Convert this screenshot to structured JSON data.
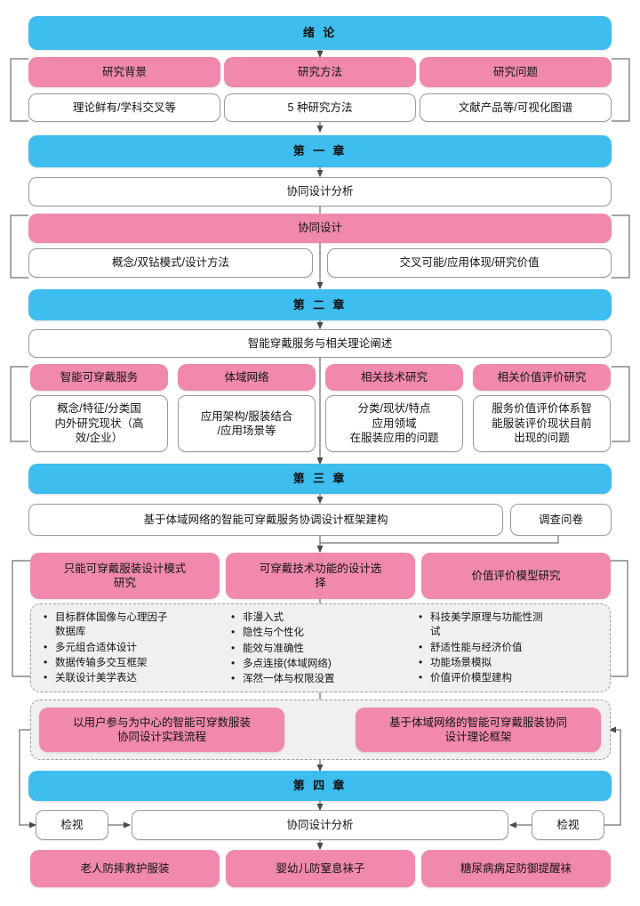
{
  "colors": {
    "chapter_blue": "#3ebdef",
    "accent_pink": "#f089ad",
    "plain_white": "#ffffff",
    "dashed_gray": "#9d9d9d",
    "panel_gray": "#f0f0f0",
    "line_gray": "#6f6f6f"
  },
  "intro": {
    "chapter_label": "绪        论",
    "pink_boxes": [
      {
        "label": "研究背景"
      },
      {
        "label": "研究方法"
      },
      {
        "label": "研究问题"
      }
    ],
    "detail_boxes": [
      {
        "label": "理论鲜有/学科交叉等"
      },
      {
        "label": "5 种研究方法"
      },
      {
        "label": "文献产品等/可视化图谱"
      }
    ]
  },
  "chapter1": {
    "chapter_label": "第    一    章",
    "topic": "协同设计分析",
    "pink_band": "协同设计",
    "detail_boxes": [
      {
        "label": "概念/双钻模式/设计方法"
      },
      {
        "label": "交叉可能/应用体现/研究价值"
      }
    ]
  },
  "chapter2": {
    "chapter_label": "第    二    章",
    "topic": "智能穿戴服务与相关理论阐述",
    "pink_boxes": [
      {
        "label": "智能可穿戴服务"
      },
      {
        "label": "体域网络"
      },
      {
        "label": "相关技术研究"
      },
      {
        "label": "相关价值评价研究"
      }
    ],
    "detail_boxes": [
      {
        "label": "概念/特征/分类国\n内外研究现状（高\n效/企业）"
      },
      {
        "label": "应用架构/服装结合\n/应用场景等"
      },
      {
        "label": "分类/现状/特点\n应用领域\n在服装应用的问题"
      },
      {
        "label": "服务价值评价体系智\n能服装评价现状目前\n出现的问题"
      }
    ]
  },
  "chapter3": {
    "chapter_label": "第    三    章",
    "topic": "基于体域网络的智能可穿戴服务协调设计框架建构",
    "side_box": "调查问卷",
    "pink_boxes": [
      {
        "label": "只能可穿戴服装设计模式\n研究"
      },
      {
        "label": "可穿戴技术功能的设计选\n择"
      },
      {
        "label": "价值评价模型研究"
      }
    ],
    "bullet_columns": [
      {
        "items": [
          "目标群体国像与心理因子\n数据库",
          "多元组合适体设计",
          "数据传输多交互框架",
          "关联设计美学表达"
        ]
      },
      {
        "items": [
          "非漫入式",
          "隐性与个性化",
          "能效与准确性",
          "多点连接(体域网络)",
          "浑然一体与权限没置"
        ]
      },
      {
        "items": [
          "科技美学原理与功能性测\n试",
          "舒适性能与经济价值",
          "功能场景模拟",
          "价值评价模型建构"
        ]
      }
    ],
    "outcome_boxes": [
      {
        "label": "以用户参与为中心的智能可穿数服装\n协同设计实践流程"
      },
      {
        "label": "基于体域网络的智能可穿戴服装协同\n设计理论框架"
      }
    ]
  },
  "chapter4": {
    "chapter_label": "第    四    章",
    "review_left": "检视",
    "review_right": "检视",
    "topic": "协同设计分析",
    "case_boxes": [
      {
        "label": "老人防摔救护服装"
      },
      {
        "label": "婴幼儿防窒息袜子"
      },
      {
        "label": "糖尿病病足防御提醒袜"
      }
    ]
  }
}
